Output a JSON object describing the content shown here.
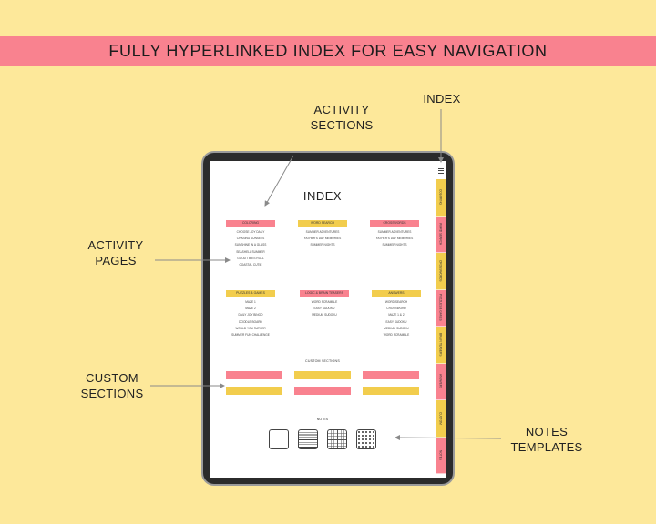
{
  "banner": {
    "title": "FULLY HYPERLINKED INDEX FOR EASY NAVIGATION"
  },
  "callouts": {
    "activity_sections": [
      "ACTIVITY",
      "SECTIONS"
    ],
    "index": [
      "INDEX"
    ],
    "activity_pages": [
      "ACTIVITY",
      "PAGES"
    ],
    "custom_sections": [
      "CUSTOM",
      "SECTIONS"
    ],
    "notes_templates": [
      "NOTES",
      "TEMPLATES"
    ]
  },
  "colors": {
    "background": "#fde89a",
    "pink": "#f9828f",
    "yellow": "#f2cd4d",
    "device": "#2b2b2b"
  },
  "index_page": {
    "title": "INDEX",
    "sections": [
      {
        "name": "COLORING",
        "color": "pink",
        "items": [
          "CHOOSE JOY DAILY",
          "CHASING SUNSETS",
          "SUNSHINE IN A GLASS",
          "SEASHELL SUMMER",
          "GOOD TIMES ROLL",
          "COASTAL CUTIE"
        ]
      },
      {
        "name": "WORD SEARCH",
        "color": "yellow",
        "items": [
          "SUMMER ADVENTURES",
          "FATHER'S DAY MEMORIES",
          "SUMMER NIGHTS"
        ]
      },
      {
        "name": "CROSSWORDS",
        "color": "pink",
        "items": [
          "SUMMER ADVENTURES",
          "FATHER'S DAY MEMORIES",
          "SUMMER NIGHTS"
        ]
      },
      {
        "name": "PUZZLES & GAMES",
        "color": "yellow",
        "items": [
          "MAZE 1",
          "MAZE 2",
          "DAILY JOY BINGO",
          "DOODLE BOARD",
          "WOULD YOU RATHER",
          "SUMMER FUN CHALLENGE"
        ]
      },
      {
        "name": "LOGIC & BRAIN TEASERS",
        "color": "pink",
        "items": [
          "WORD SCRAMBLE",
          "EASY SUDOKU",
          "MEDIUM SUDOKU"
        ]
      },
      {
        "name": "ANSWERS",
        "color": "yellow",
        "items": [
          "WORD SEARCH",
          "CROSSWORD",
          "MAZE 1 & 2",
          "EASY SUDOKU",
          "MEDIUM SUDOKU",
          "WORD SCRAMBLE"
        ]
      }
    ],
    "custom_sections_label": "CUSTOM SECTIONS",
    "notes_label": "NOTES",
    "note_templates": [
      "blank-template",
      "lined-template",
      "grid-template",
      "dot-grid-template"
    ],
    "side_tabs": [
      {
        "label": "COLORING",
        "color": "yellow"
      },
      {
        "label": "WORD SEARCH",
        "color": "pink"
      },
      {
        "label": "CROSSWORDS",
        "color": "yellow"
      },
      {
        "label": "PUZZLES & GAMES",
        "color": "pink"
      },
      {
        "label": "BRAIN TEASERS",
        "color": "yellow"
      },
      {
        "label": "ANSWERS",
        "color": "pink"
      },
      {
        "label": "CUSTOM",
        "color": "yellow"
      },
      {
        "label": "NOTES",
        "color": "pink"
      }
    ],
    "menu_icon": "hamburger-menu-icon"
  }
}
